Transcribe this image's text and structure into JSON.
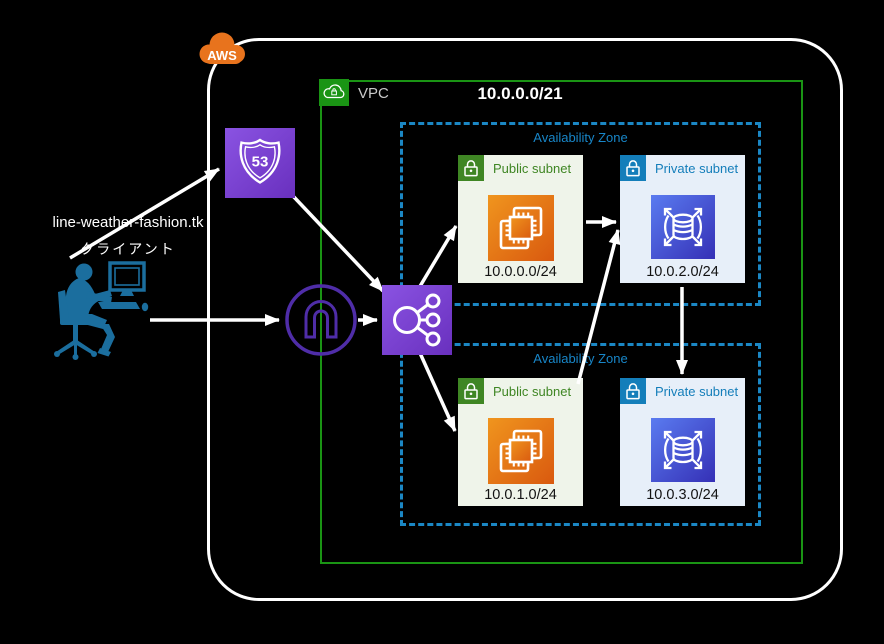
{
  "aws_cloud": {
    "logo_label": "AWS"
  },
  "client": {
    "domain": "line-weather-fashion.tk",
    "label": "クライアント"
  },
  "vpc": {
    "label": "VPC",
    "cidr": "10.0.0.0/21"
  },
  "route53": {
    "shield_number": "53"
  },
  "azs": [
    {
      "label": "Availability Zone"
    },
    {
      "label": "Availability Zone"
    }
  ],
  "subnets": [
    {
      "type": "public",
      "label": "Public subnet",
      "cidr": "10.0.0.0/24",
      "icon": "ec2-instances-icon"
    },
    {
      "type": "private",
      "label": "Private subnet",
      "cidr": "10.0.2.0/24",
      "icon": "rds-database-icon"
    },
    {
      "type": "public",
      "label": "Public subnet",
      "cidr": "10.0.1.0/24",
      "icon": "ec2-instances-icon"
    },
    {
      "type": "private",
      "label": "Private subnet",
      "cidr": "10.0.3.0/24",
      "icon": "rds-database-icon"
    }
  ],
  "colors": {
    "vpc_green": "#1A9414",
    "public_green": "#3F8624",
    "private_blue": "#147EBA",
    "az_dash_blue": "#1B87C4",
    "ec2_orange_start": "#F0901E",
    "ec2_orange_end": "#DC5F10",
    "rds_blue_start": "#5A7BF0",
    "rds_blue_end": "#3832B8",
    "purple_start": "#8A53E2",
    "purple_end": "#6930BE",
    "igw_purple": "#4F2DA8",
    "client_blue": "#1B6E9E",
    "aws_orange": "#E8731D",
    "arrow_white": "#FFFFFF"
  }
}
